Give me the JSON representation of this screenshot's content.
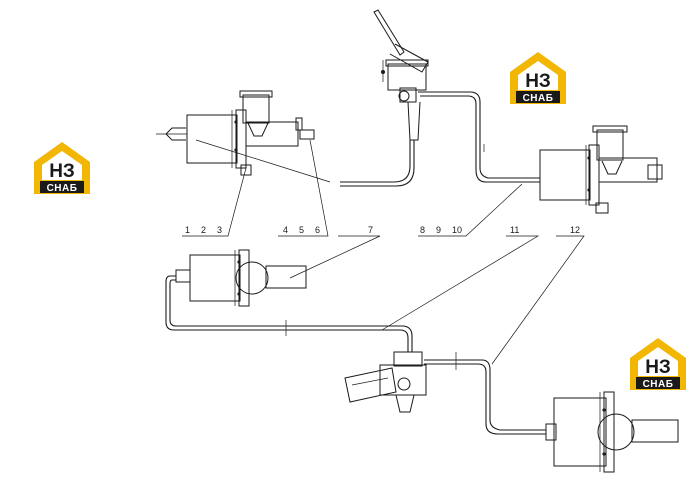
{
  "callouts": [
    "1",
    "2",
    "3",
    "4",
    "5",
    "6",
    "7",
    "8",
    "9",
    "10",
    "11",
    "12"
  ],
  "logo": {
    "letters": "НЗ",
    "word": "СНАБ",
    "accent_color": "#f2b705",
    "dark_color": "#1a1a1a"
  }
}
